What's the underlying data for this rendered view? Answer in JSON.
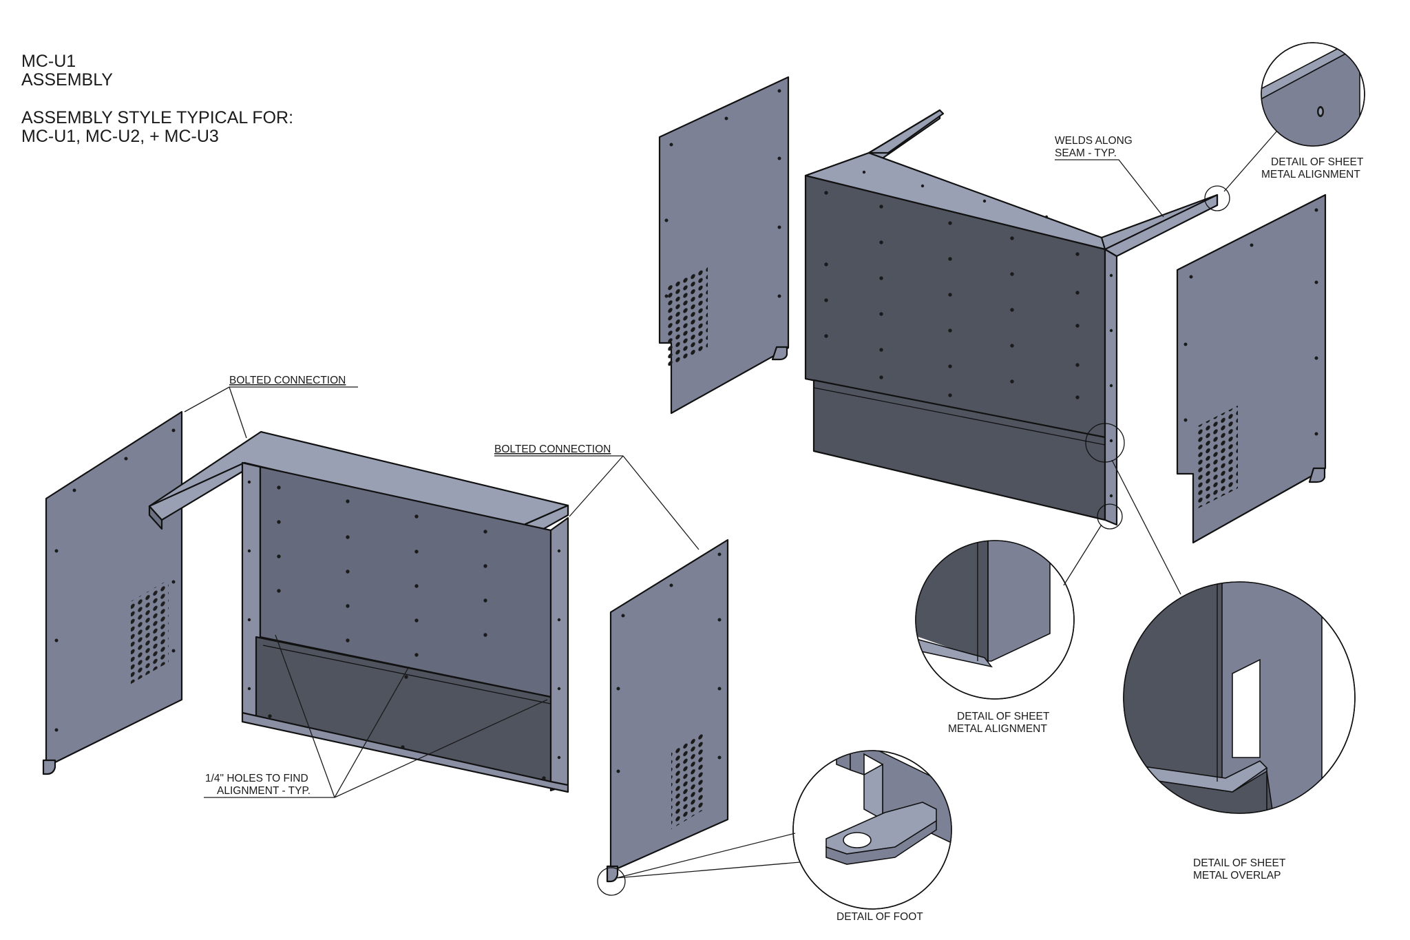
{
  "title": {
    "line1": "MC-U1",
    "line2": "ASSEMBLY",
    "line3": "ASSEMBLY STYLE TYPICAL FOR:",
    "line4": "MC-U1, MC-U2, + MC-U3"
  },
  "callouts": {
    "bolted_left": "BOLTED CONNECTION",
    "bolted_right": "BOLTED CONNECTION",
    "holes_1": "1/4\" HOLES TO FIND",
    "holes_2": "ALIGNMENT - TYP.",
    "welds_1": "WELDS ALONG",
    "welds_2": "SEAM - TYP."
  },
  "details": {
    "alignment_top_1": "DETAIL OF SHEET",
    "alignment_top_2": "METAL ALIGNMENT",
    "alignment_mid_1": "DETAIL OF SHEET",
    "alignment_mid_2": "METAL ALIGNMENT",
    "overlap_1": "DETAIL OF SHEET",
    "overlap_2": "METAL OVERLAP",
    "foot": "DETAIL OF FOOT"
  },
  "colors": {
    "panel_light": "#7c8196",
    "panel_mid": "#656a7d",
    "panel_dark": "#50545f",
    "frame_top": "#9aa0b4",
    "line": "#1a1a1a",
    "background": "#ffffff"
  }
}
